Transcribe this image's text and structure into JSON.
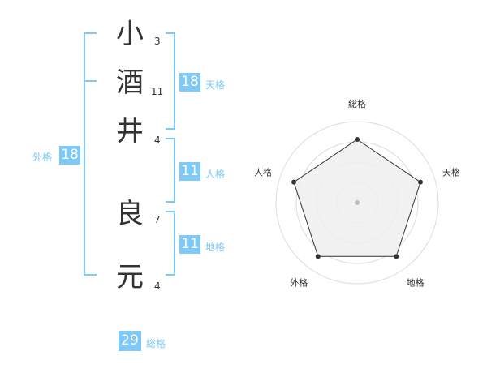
{
  "name": {
    "chars": [
      {
        "char": "小",
        "strokes": "3"
      },
      {
        "char": "酒",
        "strokes": "11"
      },
      {
        "char": "井",
        "strokes": "4"
      },
      {
        "char": "良",
        "strokes": "7"
      },
      {
        "char": "元",
        "strokes": "4"
      }
    ]
  },
  "kaku": {
    "tenkaku": {
      "value": "18",
      "label": "天格"
    },
    "jinkaku": {
      "value": "11",
      "label": "人格"
    },
    "chikaku": {
      "value": "11",
      "label": "地格"
    },
    "gaikaku": {
      "value": "18",
      "label": "外格"
    },
    "soukaku": {
      "value": "29",
      "label": "総格"
    }
  },
  "colors": {
    "accent": "#7ec9f5",
    "text": "#333333",
    "radar_fill": "#eeeeee"
  },
  "chart_data": {
    "type": "radar",
    "axes": [
      "総格",
      "天格",
      "地格",
      "外格",
      "人格"
    ],
    "values": [
      0.78,
      0.82,
      0.82,
      0.82,
      0.82
    ],
    "grid_rings": 4
  }
}
